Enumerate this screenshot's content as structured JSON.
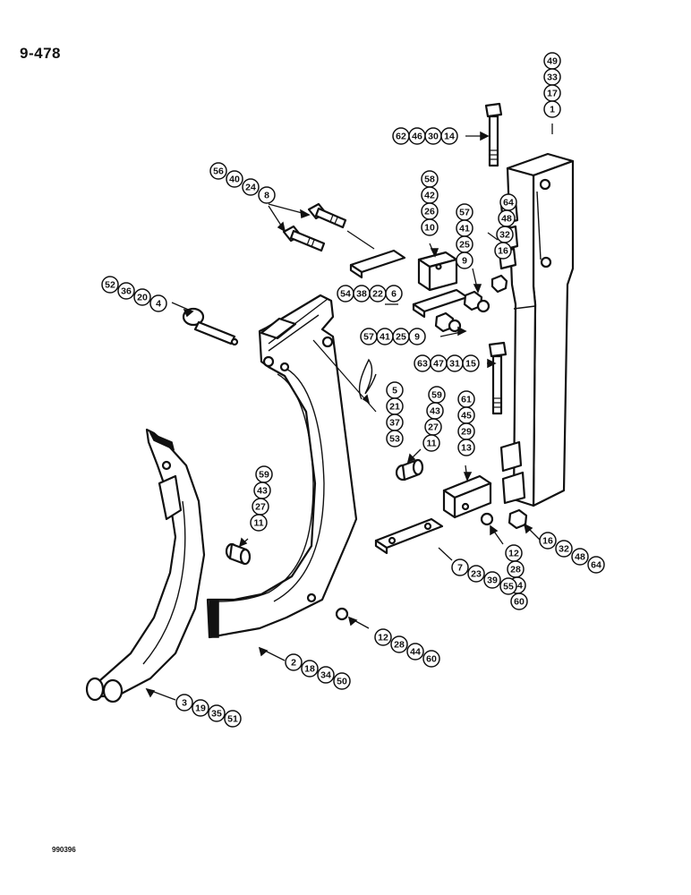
{
  "page_number": "9-478",
  "figure_code": "990396",
  "callouts": [
    {
      "id": "bolt-top",
      "numbers": [
        "62",
        "46",
        "30",
        "14"
      ]
    },
    {
      "id": "frame",
      "numbers": [
        "49",
        "33",
        "17",
        "1"
      ]
    },
    {
      "id": "bolts-front",
      "numbers": [
        "56",
        "40",
        "24",
        "8"
      ]
    },
    {
      "id": "block",
      "numbers": [
        "58",
        "42",
        "26",
        "10"
      ]
    },
    {
      "id": "clamp-upper",
      "numbers": [
        "64",
        "48",
        "32",
        "16"
      ]
    },
    {
      "id": "nut-upper",
      "numbers": [
        "57",
        "41",
        "25",
        "9"
      ]
    },
    {
      "id": "link-upper",
      "numbers": [
        "54",
        "38",
        "22",
        "6"
      ]
    },
    {
      "id": "nut-mid",
      "numbers": [
        "57",
        "41",
        "25",
        "9"
      ]
    },
    {
      "id": "pin",
      "numbers": [
        "52",
        "36",
        "20",
        "4"
      ]
    },
    {
      "id": "bolt-lower",
      "numbers": [
        "63",
        "47",
        "31",
        "15"
      ]
    },
    {
      "id": "clip",
      "numbers": [
        "5",
        "21",
        "37",
        "53"
      ]
    },
    {
      "id": "bushing-right",
      "numbers": [
        "59",
        "43",
        "27",
        "11"
      ]
    },
    {
      "id": "block-lower",
      "numbers": [
        "61",
        "45",
        "29",
        "13"
      ]
    },
    {
      "id": "bushing-left",
      "numbers": [
        "59",
        "43",
        "27",
        "11"
      ]
    },
    {
      "id": "washer-right",
      "numbers": [
        "12",
        "28",
        "44",
        "60"
      ]
    },
    {
      "id": "nut-lower",
      "numbers": [
        "16",
        "32",
        "48",
        "64"
      ]
    },
    {
      "id": "link-lower",
      "numbers": [
        "7",
        "23",
        "39",
        "55"
      ]
    },
    {
      "id": "washer-lower",
      "numbers": [
        "12",
        "28",
        "44",
        "60"
      ]
    },
    {
      "id": "shank",
      "numbers": [
        "2",
        "18",
        "34",
        "50"
      ]
    },
    {
      "id": "tooth",
      "numbers": [
        "3",
        "19",
        "35",
        "51"
      ]
    }
  ]
}
